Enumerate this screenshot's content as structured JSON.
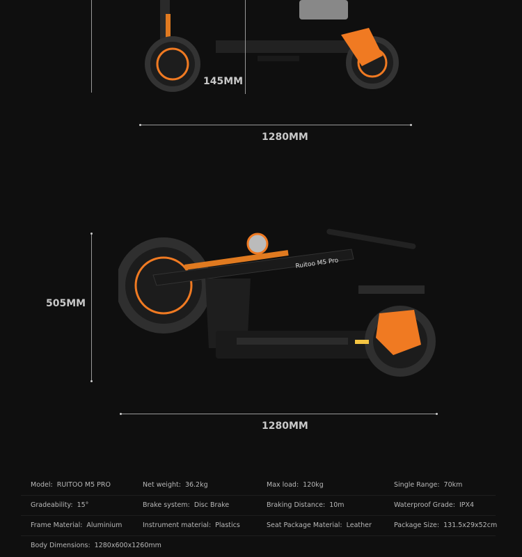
{
  "dimensions": {
    "top_seat_height": "145MM",
    "top_length": "1280MM",
    "folded_height": "505MM",
    "folded_length": "1280MM"
  },
  "colors": {
    "background": "#0f0f0f",
    "accent": "#f07a22"
  },
  "specs": [
    [
      {
        "label": "Model:",
        "value": "RUITOO M5 PRO"
      },
      {
        "label": "Net weight:",
        "value": "36.2kg"
      },
      {
        "label": "Max load:",
        "value": "120kg"
      },
      {
        "label": "Single Range:",
        "value": "70km"
      }
    ],
    [
      {
        "label": "Gradeability:",
        "value": "15°"
      },
      {
        "label": "Brake system:",
        "value": "Disc Brake"
      },
      {
        "label": "Braking Distance:",
        "value": "10m"
      },
      {
        "label": "Waterproof Grade:",
        "value": "IPX4"
      }
    ],
    [
      {
        "label": "Frame Material:",
        "value": "Aluminium"
      },
      {
        "label": "Instrument material:",
        "value": "Plastics"
      },
      {
        "label": "Seat Package Material:",
        "value": "Leather"
      },
      {
        "label": "Package Size:",
        "value": "131.5x29x52cm"
      }
    ],
    [
      {
        "label": "Body Dimensions:",
        "value": "1280x600x1260mm"
      }
    ]
  ],
  "scooter_label": "Ruitoo M5 Pro"
}
